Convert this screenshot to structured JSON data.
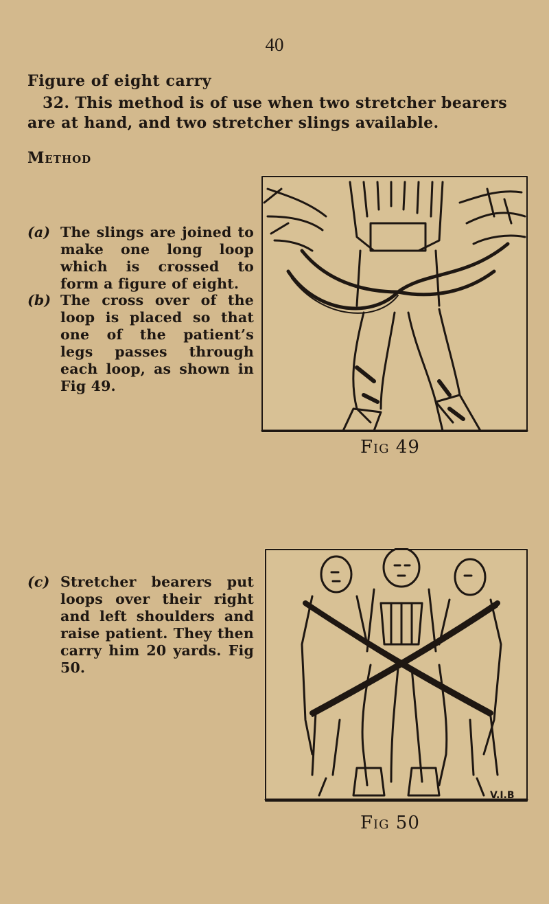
{
  "page_number": "40",
  "section_title": "Figure of eight carry",
  "intro": "32. This method is of use when two stretcher bearers are at hand, and two stretcher slings available.",
  "method_heading": "Method",
  "steps": [
    {
      "letter": "(a)",
      "text": "The slings are joined to make one long loop which is crossed to form a figure of eight."
    },
    {
      "letter": "(b)",
      "text": "The cross over of the loop is placed so that one of the patient’s legs passes through each loop, as shown in Fig 49."
    },
    {
      "letter": "(c)",
      "text": "Stretcher bearers put loops over their right and left shoulders and raise patient. They then carry him 20 yards. Fig 50."
    }
  ],
  "figures": [
    {
      "caption": "Fig 49"
    },
    {
      "caption": "Fig 50",
      "signature": "V.I.B"
    }
  ]
}
